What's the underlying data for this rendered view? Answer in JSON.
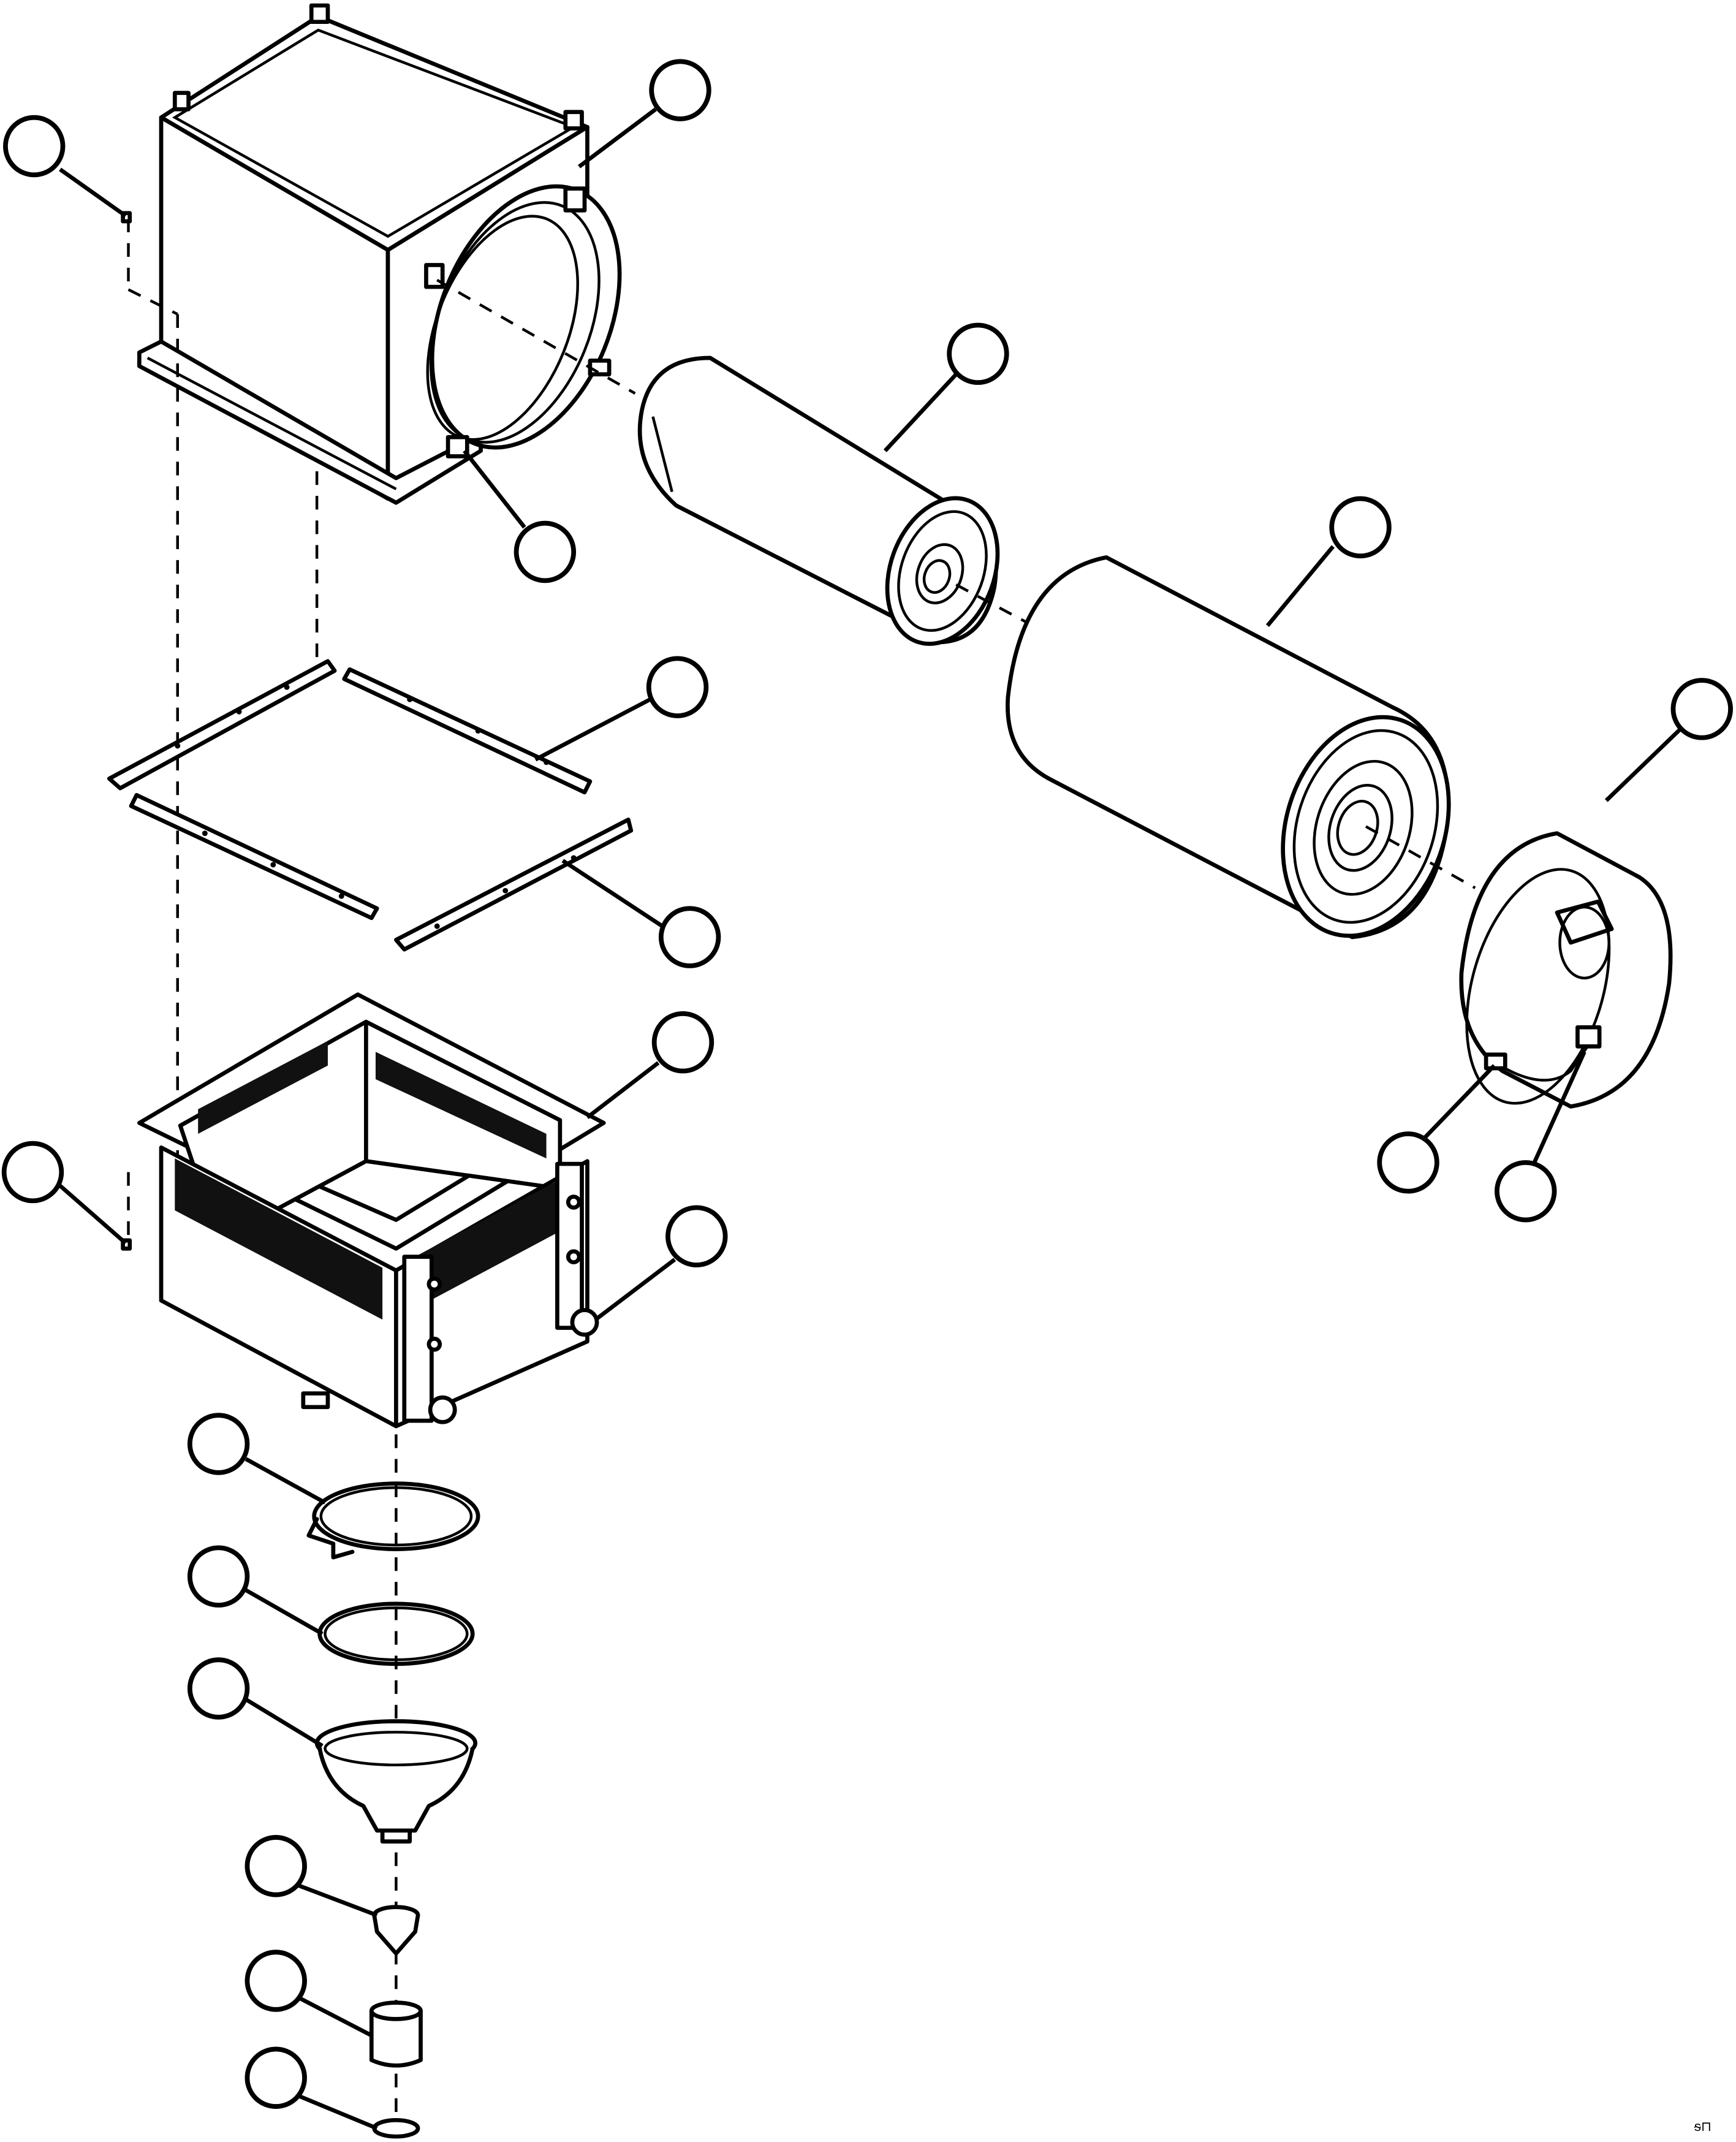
{
  "drawing": {
    "figure_id": "ᵴ⊓",
    "callouts": [
      {
        "name": "callout-housing"
      },
      {
        "name": "callout-pin-top"
      },
      {
        "name": "callout-clamp-band"
      },
      {
        "name": "callout-primary-filter"
      },
      {
        "name": "callout-safety-filter"
      },
      {
        "name": "callout-gasket-upper"
      },
      {
        "name": "callout-gasket-lower"
      },
      {
        "name": "callout-end-cover"
      },
      {
        "name": "callout-chain-clip"
      },
      {
        "name": "callout-chain"
      },
      {
        "name": "callout-base-box"
      },
      {
        "name": "callout-pin-bottom"
      },
      {
        "name": "callout-eye-bolt"
      },
      {
        "name": "callout-hose-clamp"
      },
      {
        "name": "callout-o-ring"
      },
      {
        "name": "callout-dust-cup"
      },
      {
        "name": "callout-valve"
      },
      {
        "name": "callout-sleeve"
      },
      {
        "name": "callout-drain-cap"
      }
    ]
  }
}
